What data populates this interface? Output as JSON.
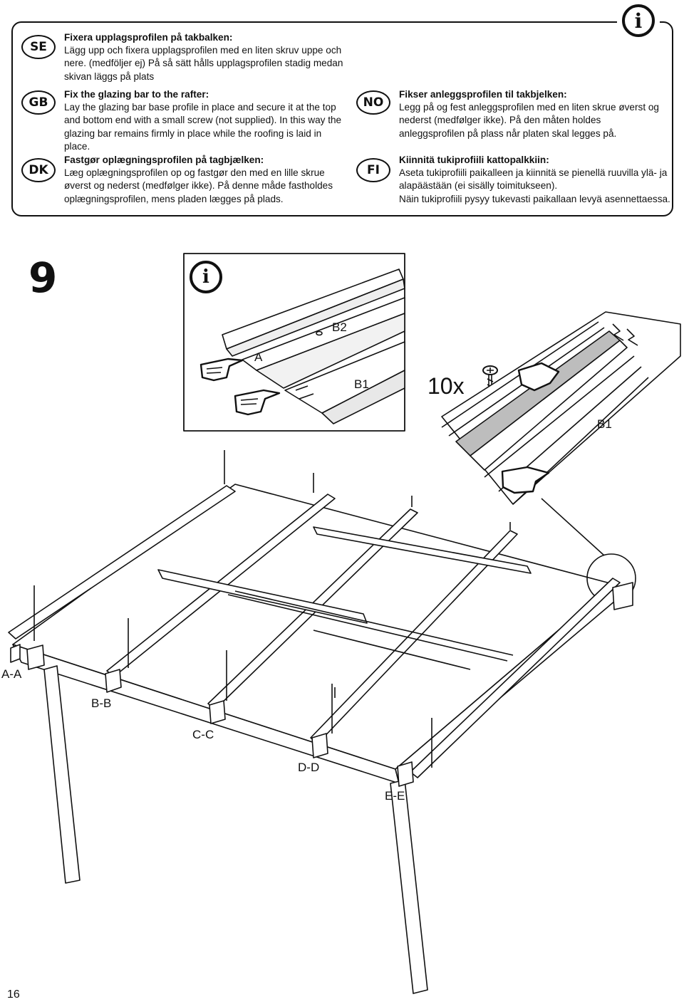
{
  "info_box": {
    "icon": "info-icon",
    "se": {
      "code": "SE",
      "heading": "Fixera upplagsprofilen på takbalken:",
      "body": "Lägg upp och fixera upplagsprofilen med en liten skruv uppe och\nnere. (medföljer ej) På så sätt hålls upplagsprofilen stadig medan\nskivan läggs på plats"
    },
    "gb": {
      "code": "GB",
      "heading": "Fix the glazing bar to the rafter:",
      "body": "Lay the glazing bar base profile in place and secure it at the top\nand bottom end with a small screw (not supplied). In this way the\nglazing bar remains firmly in place while the roofing is laid in\nplace."
    },
    "dk": {
      "code": "DK",
      "heading": "Fastgør oplægningsprofilen på tagbjælken:",
      "body": "Læg oplægningsprofilen op og fastgør den med en lille skrue\nøverst og nederst (medfølger ikke). På denne måde fastholdes\noplægningsprofilen, mens pladen lægges på plads."
    },
    "no": {
      "code": "NO",
      "heading": "Fikser anleggsprofilen til takbjelken:",
      "body": "Legg på og fest anleggsprofilen med en liten skrue øverst og\nnederst (medfølger ikke). På den måten holdes\nanleggsprofilen på plass når platen skal legges på."
    },
    "fi": {
      "code": "FI",
      "heading": "Kiinnitä tukiprofiili kattopalkkiin:",
      "body": "Aseta tukiprofiili paikalleen ja kiinnitä se pienellä ruuvilla ylä- ja\nalapäästään (ei sisälly toimitukseen).\nNäin tukiprofiili pysyy tukevasti paikallaan levyä asennettaessa."
    }
  },
  "step": {
    "number": "9",
    "icon": "info-icon"
  },
  "labels": {
    "b2": "B2",
    "a": "A",
    "b1_profile": "B1",
    "quantity": "10x",
    "b1_detail": "B1",
    "aa": "A-A",
    "bb": "B-B",
    "cc": "C-C",
    "dd": "D-D",
    "ee": "E-E"
  },
  "page_number": "16"
}
